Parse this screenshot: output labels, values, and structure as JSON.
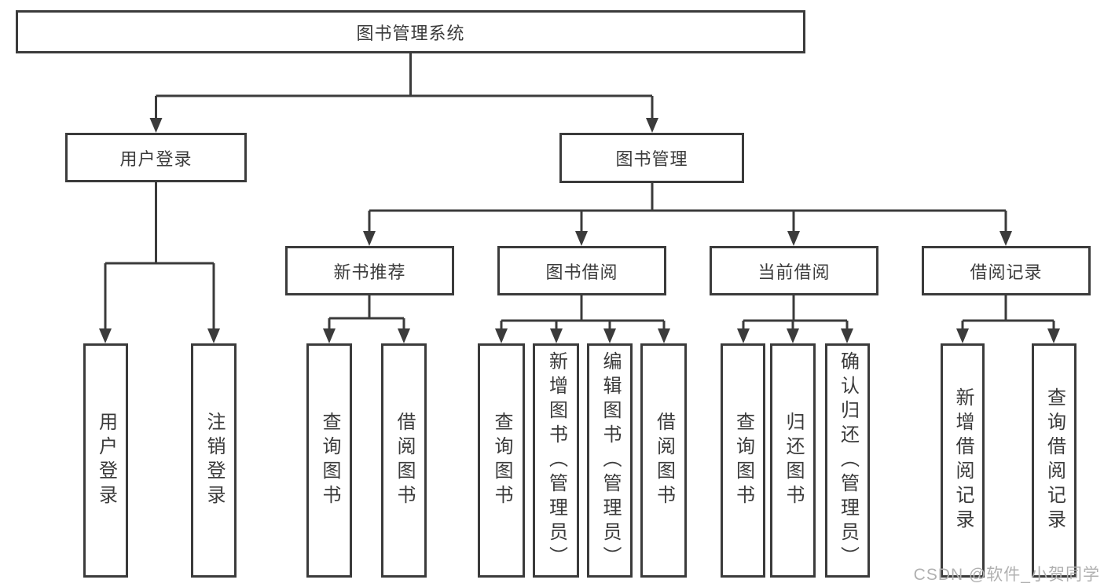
{
  "watermark": "CSDN @软件_小贺同学",
  "colors": {
    "line": "#3b3b3b",
    "box_fill": "#ffffff",
    "text": "#3b3b3b",
    "watermark": "#b0b0b0"
  },
  "nodes": {
    "root": {
      "label": "图书管理系统"
    },
    "user_login": {
      "label": "用户登录"
    },
    "book_mgmt": {
      "label": "图书管理"
    },
    "new_book_rec": {
      "label": "新书推荐"
    },
    "book_borrow": {
      "label": "图书借阅"
    },
    "current_borrow": {
      "label": "当前借阅"
    },
    "borrow_records": {
      "label": "借阅记录"
    },
    "leaves": {
      "user_login_leaf": {
        "label": "用户登录"
      },
      "logout": {
        "label": "注销登录"
      },
      "nbr_query_book": {
        "label": "查询图书"
      },
      "nbr_borrow_book": {
        "label": "借阅图书"
      },
      "bb_query_book": {
        "label": "查询图书"
      },
      "bb_add_book": {
        "label": "新增图书（管理员）"
      },
      "bb_edit_book": {
        "label": "编辑图书（管理员）"
      },
      "bb_borrow_book": {
        "label": "借阅图书"
      },
      "cb_query_book": {
        "label": "查询图书"
      },
      "cb_return_book": {
        "label": "归还图书"
      },
      "cb_confirm_return": {
        "label": "确认归还（管理员）"
      },
      "br_add_record": {
        "label": "新增借阅记录"
      },
      "br_query_record": {
        "label": "查询借阅记录"
      }
    }
  }
}
